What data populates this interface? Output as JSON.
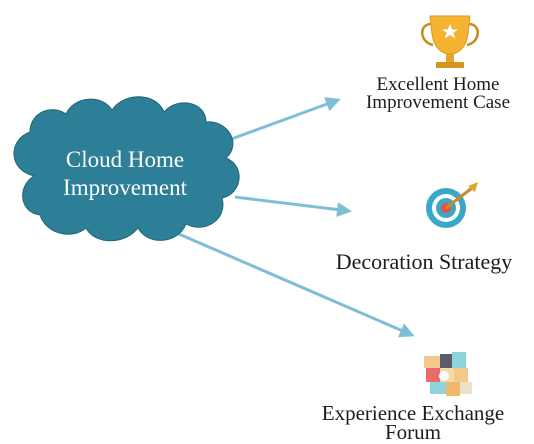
{
  "central_topic": {
    "lines": [
      "Cloud Home",
      "Improvement"
    ],
    "shape": "cloud",
    "fill_color": "#2c7f96"
  },
  "connector_color": "#7fbfd5",
  "branches": [
    {
      "icon": "trophy-icon",
      "lines": [
        "Excellent Home",
        "Improvement Case"
      ]
    },
    {
      "icon": "target-icon",
      "lines": [
        "Decoration Strategy"
      ]
    },
    {
      "icon": "puzzle-icon",
      "lines": [
        "Experience Exchange",
        "Forum"
      ]
    }
  ]
}
